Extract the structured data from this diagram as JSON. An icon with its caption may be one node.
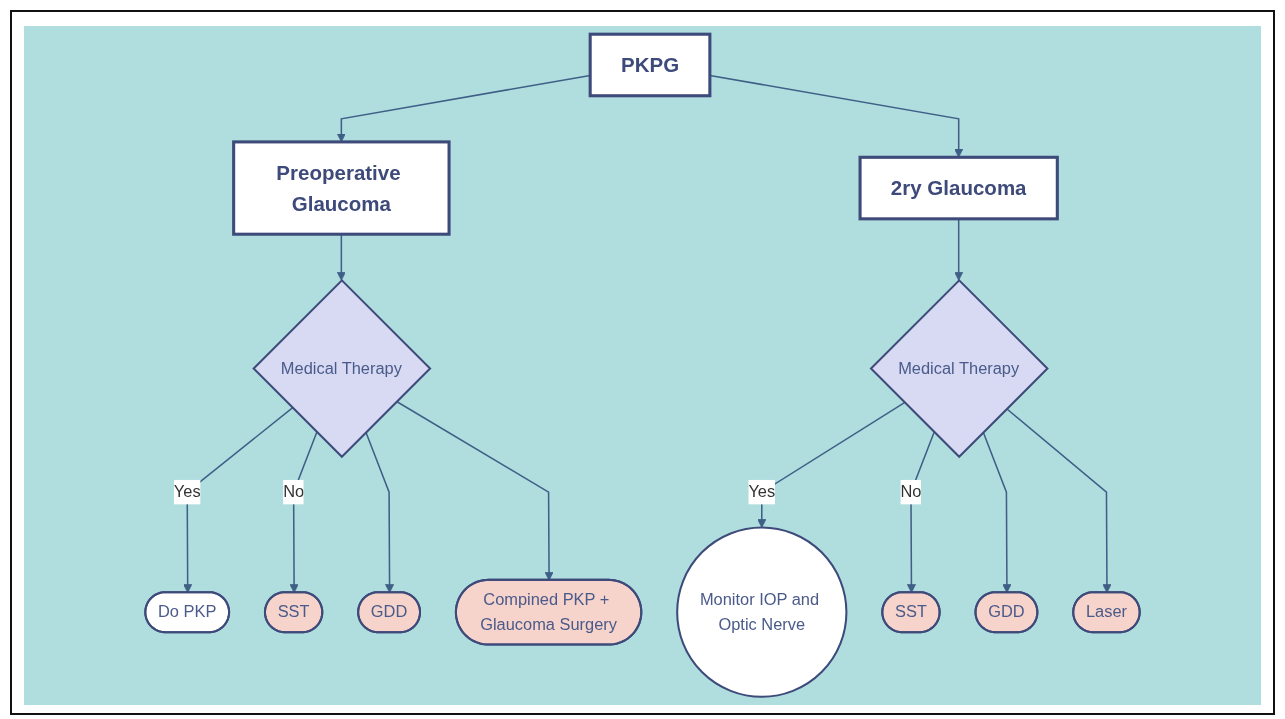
{
  "diagram": {
    "nodes": [
      {
        "text": [
          "PKPG"
        ]
      },
      {
        "text": [
          "Preoperative Glaucoma"
        ]
      },
      {
        "text": [
          "2ry Glaucoma"
        ]
      },
      {
        "text": [
          "Medical Therapy"
        ]
      },
      {
        "text": [
          "Medical Therapy"
        ]
      },
      {
        "text": [
          "Monitor IOP and Optic Nerve"
        ]
      },
      {
        "text": [
          "Do PKP"
        ]
      },
      {
        "text": [
          "SST"
        ]
      },
      {
        "text": [
          "GDD"
        ]
      },
      {
        "text": [
          "Compined PKP + Glaucoma Surgery"
        ]
      },
      {
        "text": [
          "SST"
        ]
      },
      {
        "text": [
          "GDD"
        ]
      },
      {
        "text": [
          "Laser"
        ]
      }
    ],
    "edges": [
      {
        "from": 0,
        "to": 1,
        "arrow": "to"
      },
      {
        "from": 0,
        "to": 2,
        "arrow": "to"
      },
      {
        "from": 1,
        "to": 3,
        "arrow": "to"
      },
      {
        "from": 2,
        "to": 4,
        "arrow": "to"
      },
      {
        "from": 3,
        "to": 6,
        "label": "Yes",
        "arrow": "to"
      },
      {
        "from": 3,
        "to": 7,
        "label": "No",
        "arrow": "to"
      },
      {
        "from": 3,
        "to": 8,
        "arrow": "to"
      },
      {
        "from": 3,
        "to": 9,
        "arrow": "to"
      },
      {
        "from": 4,
        "to": 5,
        "label": "Yes",
        "arrow": "to"
      },
      {
        "from": 4,
        "to": 10,
        "label": "No",
        "arrow": "to"
      },
      {
        "from": 4,
        "to": 11,
        "arrow": "to"
      },
      {
        "from": 4,
        "to": 12,
        "arrow": "to"
      }
    ]
  }
}
